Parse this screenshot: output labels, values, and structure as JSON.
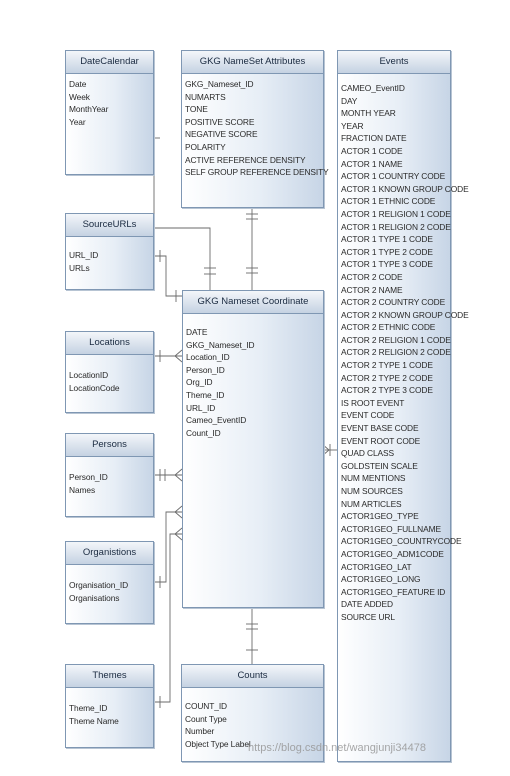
{
  "entities": {
    "date_calendar": {
      "title": "DateCalendar",
      "fields": [
        "Date",
        "Week",
        "MonthYear",
        "Year"
      ]
    },
    "gkg_nameset_attributes": {
      "title": "GKG NameSet Attributes",
      "fields": [
        "GKG_Nameset_ID",
        "NUMARTS",
        "TONE",
        "POSITIVE SCORE",
        "NEGATIVE SCORE",
        "POLARITY",
        "ACTIVE REFERENCE DENSITY",
        "SELF GROUP REFERENCE DENSITY"
      ]
    },
    "events": {
      "title": "Events",
      "fields": [
        "CAMEO_EventID",
        "DAY",
        "MONTH YEAR",
        "YEAR",
        "FRACTION DATE",
        "ACTOR 1 CODE",
        "ACTOR 1 NAME",
        "ACTOR 1 COUNTRY CODE",
        "ACTOR 1 KNOWN GROUP CODE",
        "ACTOR 1 ETHNIC CODE",
        "ACTOR 1 RELIGION 1 CODE",
        "ACTOR 1 RELIGION 2 CODE",
        "ACTOR 1 TYPE 1 CODE",
        "ACTOR 1 TYPE 2 CODE",
        "ACTOR 1 TYPE 3 CODE",
        "ACTOR 2 CODE",
        "ACTOR 2 NAME",
        "ACTOR 2 COUNTRY CODE",
        "ACTOR 2 KNOWN GROUP CODE",
        "ACTOR 2 ETHNIC CODE",
        "ACTOR 2 RELIGION 1 CODE",
        "ACTOR 2 RELIGION 2 CODE",
        "ACTOR 2 TYPE 1 CODE",
        "ACTOR 2 TYPE 2 CODE",
        "ACTOR 2 TYPE 3 CODE",
        "IS ROOT EVENT",
        "EVENT CODE",
        "EVENT BASE CODE",
        "EVENT ROOT CODE",
        "QUAD CLASS",
        "GOLDSTEIN SCALE",
        "NUM MENTIONS",
        "NUM SOURCES",
        "NUM ARTICLES",
        "ACTOR1GEO_TYPE",
        "ACTOR1GEO_FULLNAME",
        "ACTOR1GEO_COUNTRYCODE",
        "ACTOR1GEO_ADM1CODE",
        "ACTOR1GEO_LAT",
        "ACTOR1GEO_LONG",
        "ACTOR1GEO_FEATURE ID",
        "DATE ADDED",
        "SOURCE URL"
      ]
    },
    "source_urls": {
      "title": "SourceURLs",
      "fields": [
        "URL_ID",
        "URLs"
      ]
    },
    "gkg_nameset_coordinate": {
      "title": "GKG Nameset Coordinate",
      "fields": [
        "DATE",
        "GKG_Nameset_ID",
        "Location_ID",
        "Person_ID",
        "Org_ID",
        "Theme_ID",
        "URL_ID",
        "Cameo_EventID",
        "Count_ID"
      ]
    },
    "locations": {
      "title": "Locations",
      "fields": [
        "LocationID",
        "LocationCode"
      ]
    },
    "persons": {
      "title": "Persons",
      "fields": [
        "Person_ID",
        "Names"
      ]
    },
    "organisations": {
      "title": "Organistions",
      "fields": [
        "Organisation_ID",
        "Organisations"
      ]
    },
    "themes": {
      "title": "Themes",
      "fields": [
        "Theme_ID",
        "Theme Name"
      ]
    },
    "counts": {
      "title": "Counts",
      "fields": [
        "COUNT_ID",
        "Count Type",
        "Number",
        "Object Type Label"
      ]
    }
  },
  "watermark": "https://blog.csdn.net/wangjunji34478",
  "colors": {
    "border": "#7f97b3",
    "header": "#c5d2e2",
    "body_gradient_end": "#c7d5e6",
    "line": "#6a6a6a"
  }
}
